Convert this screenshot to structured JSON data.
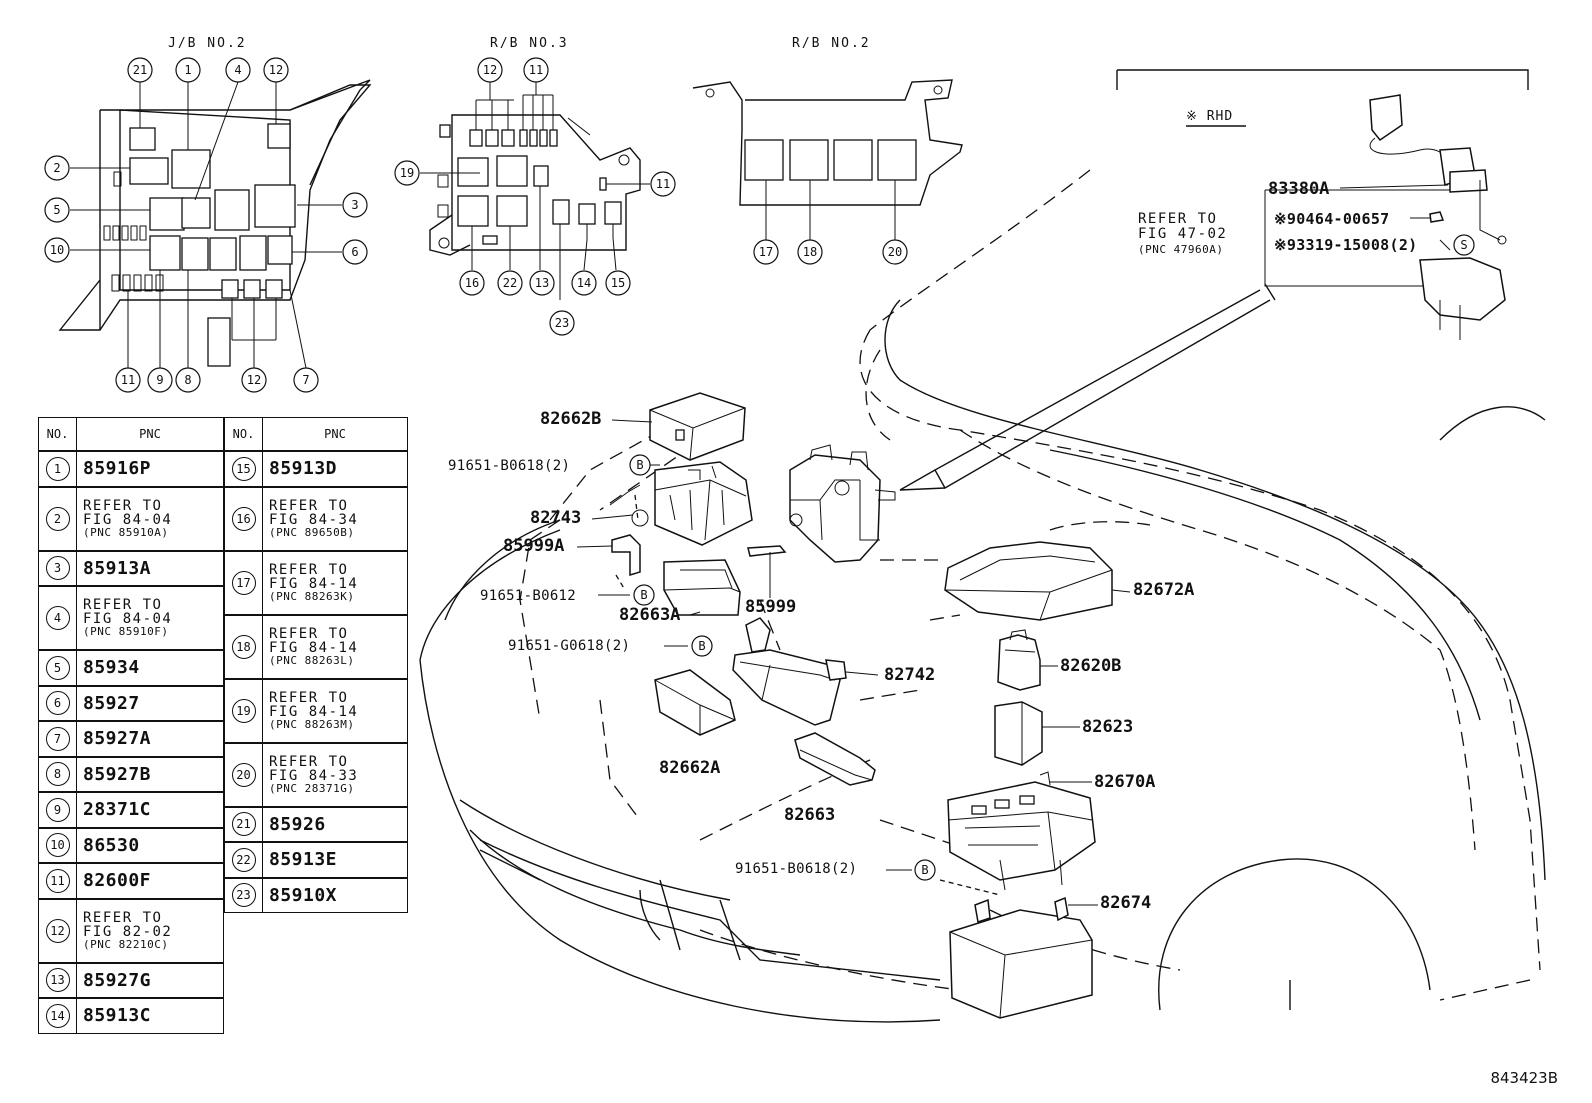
{
  "captions": {
    "jb2": "J/B NO.2",
    "rb3": "R/B NO.3",
    "rb2": "R/B NO.2",
    "rhd": "※ RHD"
  },
  "table": {
    "header_no": "NO.",
    "header_pnc": "PNC",
    "left_rows": [
      {
        "no": "1",
        "pnc": "85916P"
      },
      {
        "no": "2",
        "refer": [
          "REFER TO",
          "FIG 84-04",
          "(PNC 85910A)"
        ]
      },
      {
        "no": "3",
        "pnc": "85913A"
      },
      {
        "no": "4",
        "refer": [
          "REFER TO",
          "FIG 84-04",
          "(PNC 85910F)"
        ]
      },
      {
        "no": "5",
        "pnc": "85934"
      },
      {
        "no": "6",
        "pnc": "85927"
      },
      {
        "no": "7",
        "pnc": "85927A"
      },
      {
        "no": "8",
        "pnc": "85927B"
      },
      {
        "no": "9",
        "pnc": "28371C"
      },
      {
        "no": "10",
        "pnc": "86530"
      },
      {
        "no": "11",
        "pnc": "82600F"
      },
      {
        "no": "12",
        "refer": [
          "REFER TO",
          "FIG 82-02",
          "(PNC 82210C)"
        ]
      },
      {
        "no": "13",
        "pnc": "85927G"
      },
      {
        "no": "14",
        "pnc": "85913C"
      }
    ],
    "right_rows": [
      {
        "no": "15",
        "pnc": "85913D"
      },
      {
        "no": "16",
        "refer": [
          "REFER TO",
          "FIG 84-34",
          "(PNC 89650B)"
        ]
      },
      {
        "no": "17",
        "refer": [
          "REFER TO",
          "FIG 84-14",
          "(PNC 88263K)"
        ]
      },
      {
        "no": "18",
        "refer": [
          "REFER TO",
          "FIG 84-14",
          "(PNC 88263L)"
        ]
      },
      {
        "no": "19",
        "refer": [
          "REFER TO",
          "FIG 84-14",
          "(PNC 88263M)"
        ]
      },
      {
        "no": "20",
        "refer": [
          "REFER TO",
          "FIG 84-33",
          "(PNC 28371G)"
        ]
      },
      {
        "no": "21",
        "pnc": "85926"
      },
      {
        "no": "22",
        "pnc": "85913E"
      },
      {
        "no": "23",
        "pnc": "85910X"
      }
    ]
  },
  "labels": {
    "p82662B": "82662B",
    "p91651_B0618_top": "91651-B0618(2)",
    "p82743": "82743",
    "p85999A": "85999A",
    "p91651_B0612": "91651-B0612",
    "p82663A": "82663A",
    "p85999": "85999",
    "p91651_G0618": "91651-G0618(2)",
    "p82742": "82742",
    "p82662A": "82662A",
    "p82663": "82663",
    "p82672A": "82672A",
    "p82620B": "82620B",
    "p82623": "82623",
    "p82670A": "82670A",
    "p91651_B0618_bot": "91651-B0618(2)",
    "p82674": "82674",
    "p83380A": "83380A",
    "p90464": "※90464-00657",
    "p93319": "※93319-15008(2)"
  },
  "refer_side": [
    "REFER TO",
    "FIG 47-02",
    "(PNC 47960A)"
  ],
  "letter_marks": {
    "b": "B",
    "s": "S"
  },
  "callouts": {
    "jb2": [
      "21",
      "1",
      "4",
      "12",
      "2",
      "3",
      "5",
      "6",
      "10",
      "11",
      "9",
      "8",
      "12",
      "7"
    ],
    "rb3": [
      "12",
      "11",
      "19",
      "11",
      "16",
      "22",
      "13",
      "14",
      "15",
      "23"
    ],
    "rb2": [
      "17",
      "18",
      "20"
    ]
  },
  "image_code": "843423B"
}
